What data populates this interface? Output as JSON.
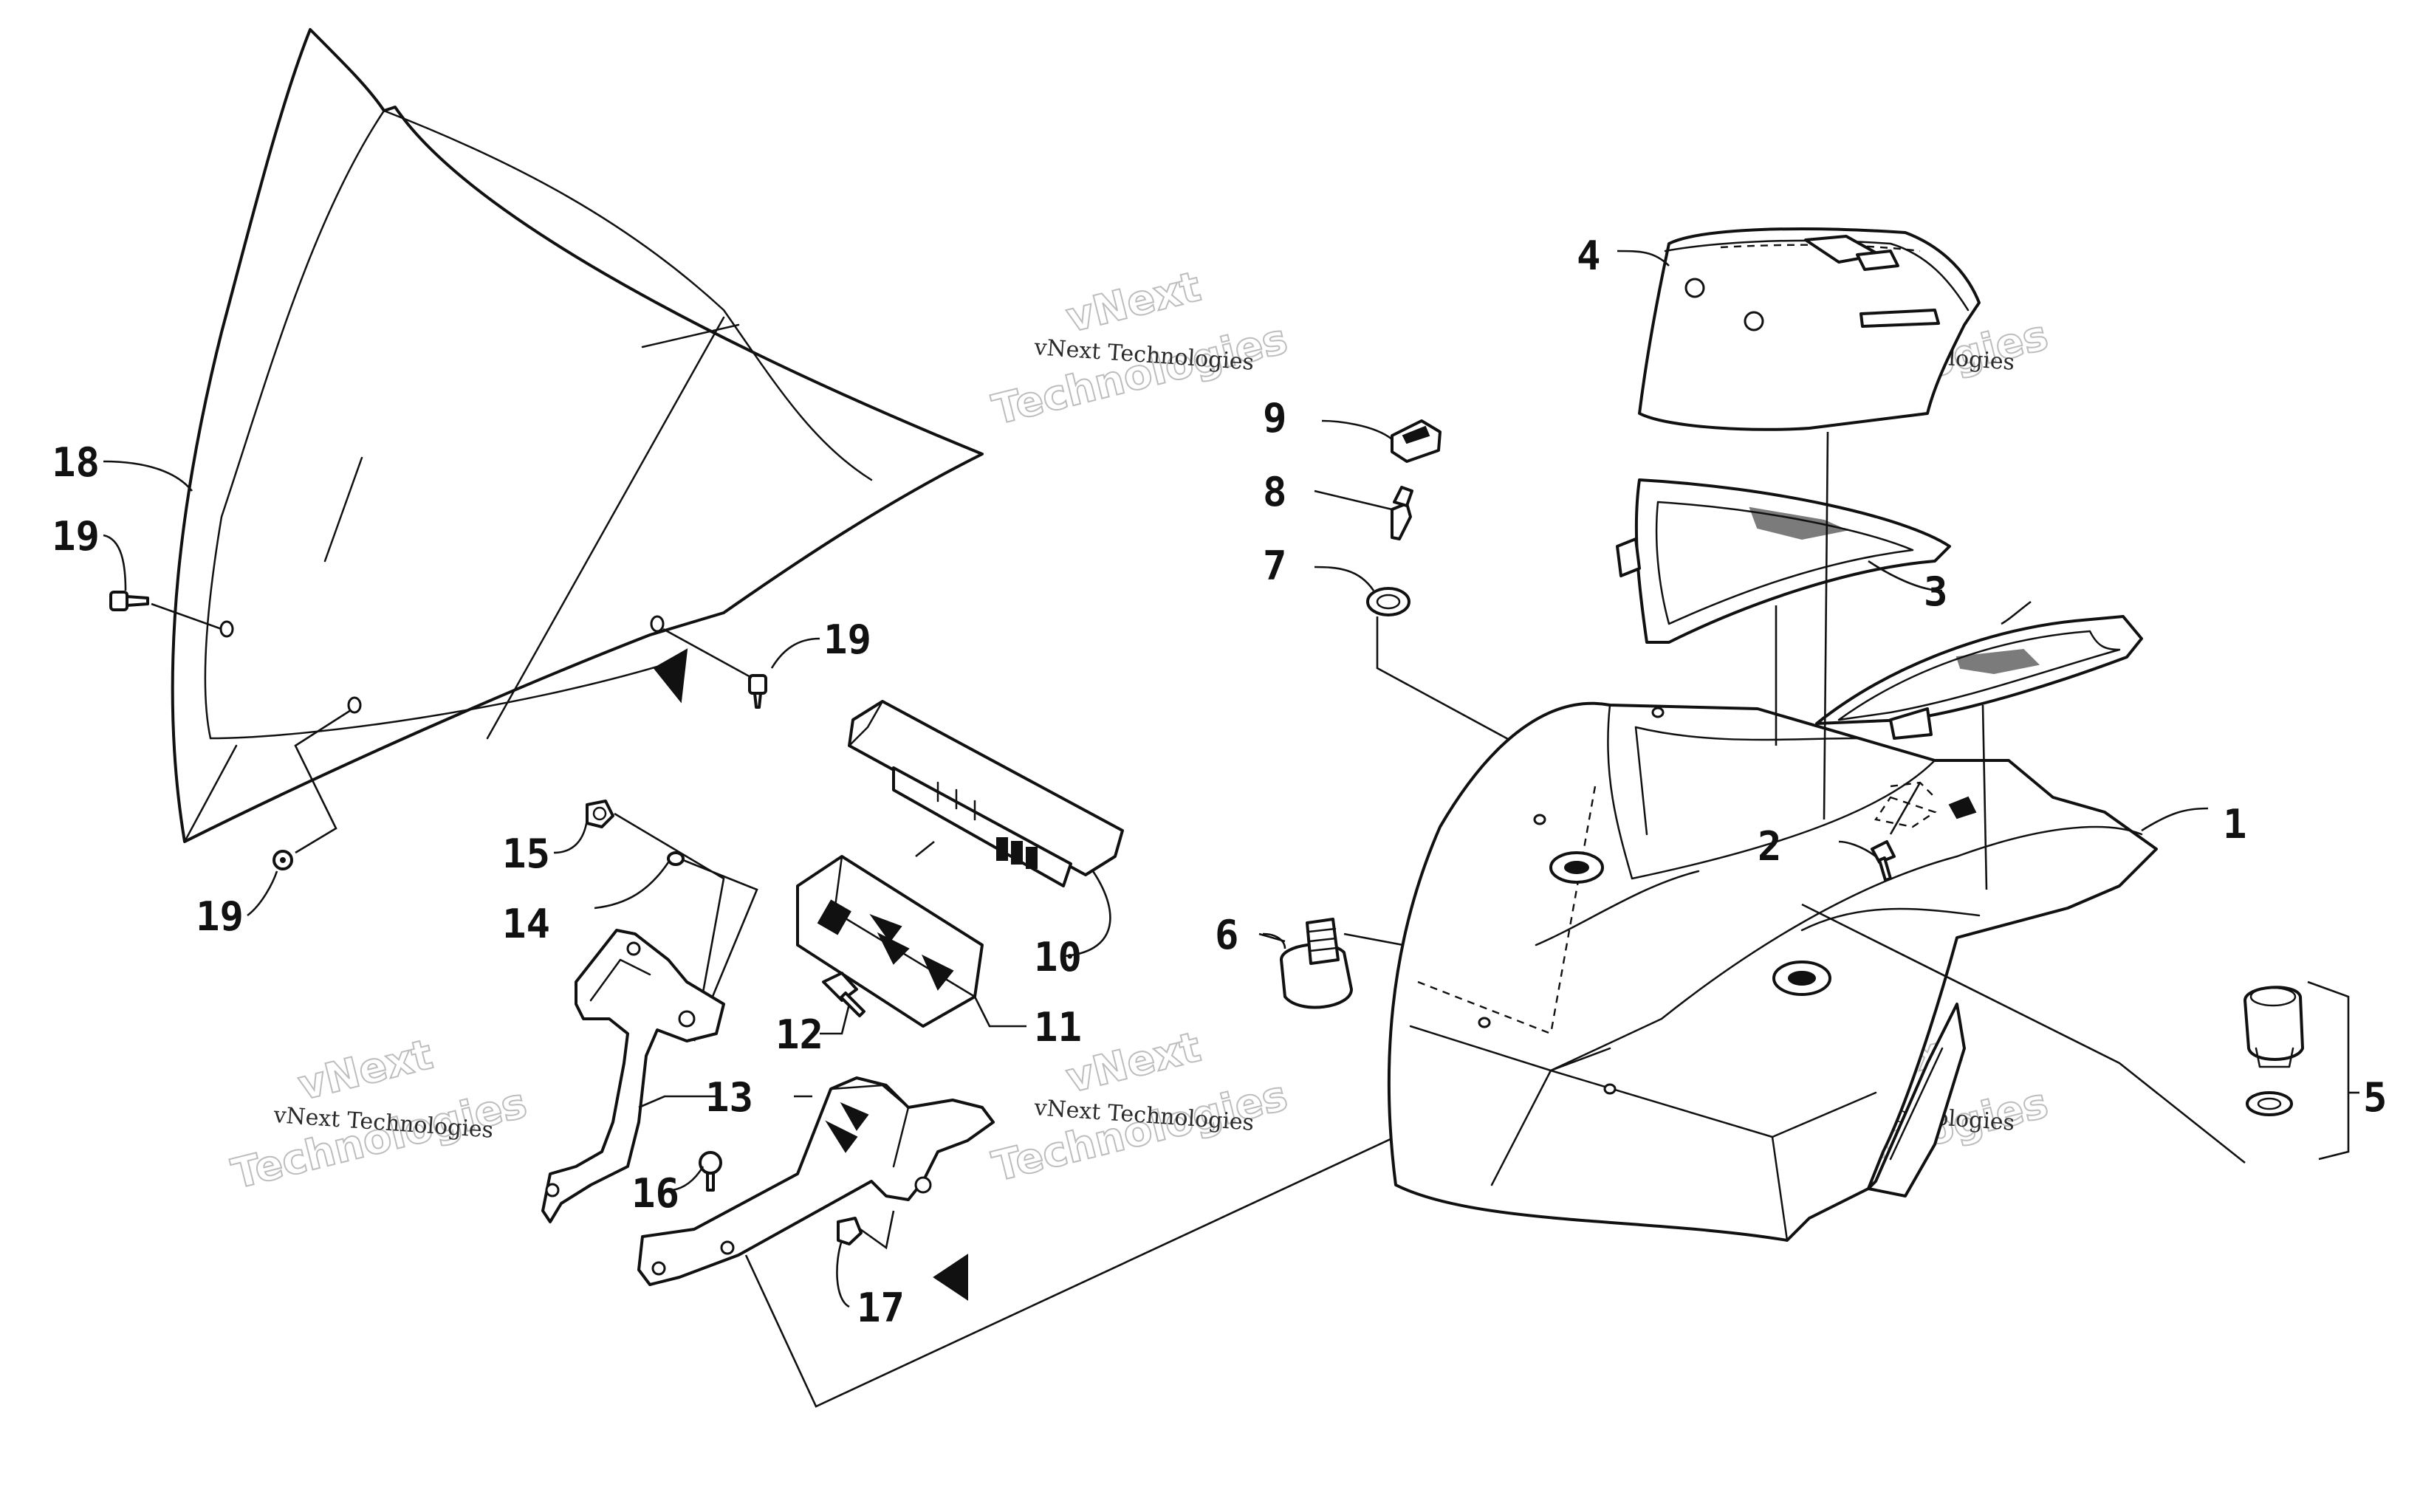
{
  "watermark": {
    "line1": "vNext Technologies",
    "line2": "vNext",
    "line3": "Technologies"
  },
  "callouts": [
    "1",
    "2",
    "3",
    "4",
    "5",
    "6",
    "7",
    "8",
    "9",
    "10",
    "11",
    "12",
    "13",
    "14",
    "15",
    "16",
    "17",
    "18",
    "19"
  ]
}
